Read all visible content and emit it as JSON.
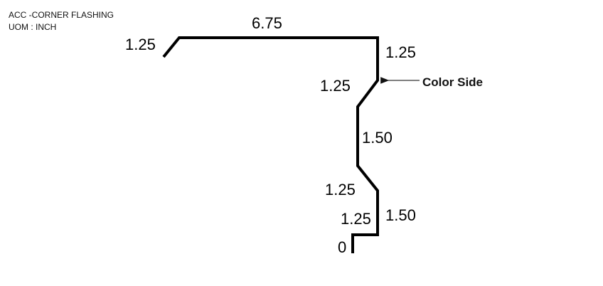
{
  "header": {
    "title": "ACC -CORNER FLASHING",
    "uom": "UOM : INCH"
  },
  "dimensions": {
    "left_hem": "1.25",
    "top": "6.75",
    "right_drop": "1.25",
    "upper_slant": "1.25",
    "upper_vertical": "1.50",
    "lower_slant": "1.25",
    "lower_vertical": "1.50",
    "bottom_return": "1.25",
    "bottom_end": "0"
  },
  "callout": {
    "label": "Color Side"
  },
  "colors": {
    "line": "#000000",
    "text": "#111111"
  }
}
